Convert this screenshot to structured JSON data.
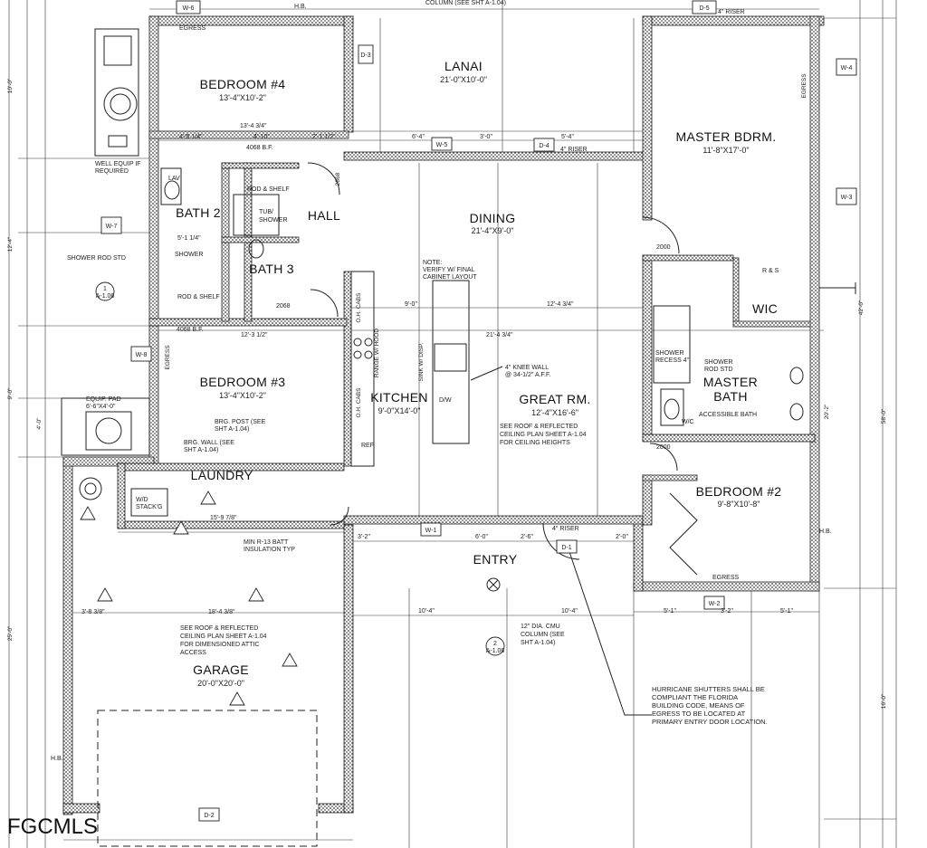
{
  "watermark": "FGCMLS",
  "rooms": {
    "bedroom4": {
      "name": "BEDROOM #4",
      "size": "13'-4\"X10'-2\""
    },
    "lanai": {
      "name": "LANAI",
      "size": "21'-0\"X10'-0\""
    },
    "master_bdrm": {
      "name": "MASTER BDRM.",
      "size": "11'-8\"X17'-0\""
    },
    "bath2": {
      "name": "BATH 2"
    },
    "bath3": {
      "name": "BATH 3"
    },
    "hall": {
      "name": "HALL"
    },
    "dining": {
      "name": "DINING",
      "size": "21'-4\"X9'-0\""
    },
    "wic": {
      "name": "WIC"
    },
    "master_bath": {
      "name": "MASTER",
      "name2": "BATH",
      "note": "ACCESSIBLE BATH"
    },
    "bedroom3": {
      "name": "BEDROOM #3",
      "size": "13'-4\"X10'-2\""
    },
    "kitchen": {
      "name": "KITCHEN",
      "size": "9'-0\"X14'-0\""
    },
    "great_rm": {
      "name": "GREAT RM.",
      "size": "12'-4\"X16'-6\""
    },
    "laundry": {
      "name": "LAUNDRY"
    },
    "bedroom2": {
      "name": "BEDROOM #2",
      "size": "9'-8\"X10'-8\""
    },
    "entry": {
      "name": "ENTRY"
    },
    "garage": {
      "name": "GARAGE",
      "size": "20'-0\"X20'-0\""
    }
  },
  "notes": {
    "column": "COLUMN (SEE SHT A-1.04)",
    "well": [
      "WELL EQUIP IF",
      "REQUIRED"
    ],
    "shower_rod": "SHOWER ROD STD",
    "verify": [
      "NOTE:",
      "VERIFY W/ FINAL",
      "CABINET LAYOUT"
    ],
    "knee_wall": [
      "4\" KNEE WALL",
      "@ 34-1/2\" A.F.F."
    ],
    "see_roof_great": [
      "SEE ROOF & REFLECTED",
      "CEILING PLAN SHEET A-1.04",
      "FOR CEILING HEIGHTS"
    ],
    "equip_pad": [
      "EQUIP. PAD",
      "6'-6\"X4'-0\""
    ],
    "brg_post": [
      "BRG. POST (SEE",
      "SHT A-1.04)"
    ],
    "brg_wall": [
      "BRG. WALL (SEE",
      "SHT A-1.04)"
    ],
    "batt": [
      "MIN R-13 BATT",
      "INSULATION TYP"
    ],
    "see_roof_garage": [
      "SEE ROOF & REFLECTED",
      "CEILING PLAN SHEET A-1.04",
      "FOR DIMENSIONED ATTIC",
      "ACCESS"
    ],
    "cmu": [
      "12\" DIA. CMU",
      "COLUMN (SEE",
      "SHT A-1.04)"
    ],
    "hurricane": [
      "HURRICANE SHUTTERS SHALL BE",
      "COMPLIANT THE FLORIDA",
      "BUILDING CODE, MEANS OF",
      "EGRESS TO BE LOCATED AT",
      "PRIMARY ENTRY DOOR LOCATION."
    ],
    "shower_recess": [
      "SHOWER",
      "RECESS 4\""
    ],
    "shower_rod_std2": [
      "SHOWER",
      "ROD STD"
    ],
    "wd": [
      "W/D",
      "STACK'G"
    ]
  },
  "labels": {
    "egress": "EGRESS",
    "hb": "H.B.",
    "riser4": "4\" RISER",
    "rod_shelf": "ROD & SHELF",
    "r_s": "R & S",
    "shower": "SHOWER",
    "tub_shower": [
      "TUB/",
      "SHOWER"
    ],
    "lav": "LAV",
    "wc": "W/C",
    "dw": "D/W",
    "ref": "REF",
    "door_4068": "4068 B.F.",
    "door_2068": "2068",
    "door_2868": "2868",
    "door_2000": "2000",
    "oh_cabs": "O.H. CABS",
    "sink": "SINK W/ DISP.",
    "range": "RANGE W/ HOOD"
  },
  "tags": [
    "W-6",
    "D-5",
    "D-3",
    "W-5",
    "D-4",
    "W-4",
    "W-3",
    "W-7",
    "W-8",
    "W-1",
    "D-1",
    "W-2",
    "D-2",
    "1",
    "A-1.06",
    "2",
    "A-1.06"
  ],
  "dimensions": {
    "top": [
      "13'-4 3/4\"",
      "4'-5 1/4\"",
      "4'-10\"",
      "2'-1 1/2\"",
      "6'-4\"",
      "3'-0\"",
      "5'-4\""
    ],
    "mid": [
      "12'-3 1/2\"",
      "21'-4 3/4\"",
      "9'-0\"",
      "12'-4 3/4\"",
      "5'-1 1/4\""
    ],
    "laundry": "15'-9 7/8\"",
    "entry": [
      "3'-2\"",
      "6'-0\"",
      "2'-6\"",
      "2'-0\""
    ],
    "bottom": [
      "10'-4\"",
      "10'-4\"",
      "5'-1\"",
      "3'-2\"",
      "5'-1\""
    ],
    "garage": [
      "3'-8 3/8\"",
      "18'-4 3/8\""
    ],
    "left": [
      "10'-0\"",
      "12'-4\"",
      "9'-0\"",
      "4'-0\"",
      "25'-0\""
    ],
    "right": [
      "42'-0\"",
      "58'-0\"",
      "16'-0\"",
      "20'-2\""
    ]
  }
}
